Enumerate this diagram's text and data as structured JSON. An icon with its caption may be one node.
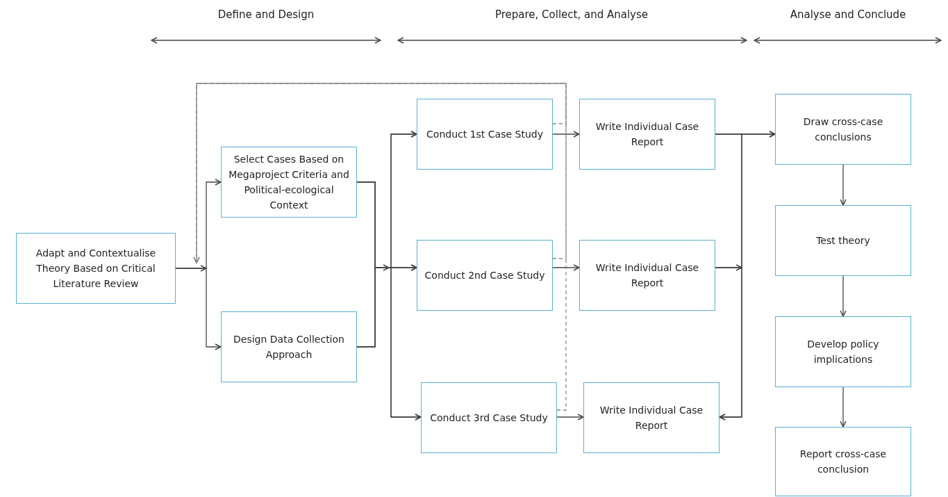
{
  "diagram": {
    "nodes": [
      {
        "text": [
          "Adapt and Contextualise Theory Based on Critical Literature Review"
        ]
      },
      {
        "text": [
          "Select Cases Based on Megaproject Criteria and Political-ecological Context"
        ]
      },
      {
        "text": [
          "Design Data Collection Approach"
        ]
      },
      {
        "text": [
          "Conduct 1st Case Study"
        ]
      },
      {
        "text": [
          "Conduct 2nd Case Study"
        ]
      },
      {
        "text": [
          "Conduct 3rd Case Study"
        ]
      },
      {
        "text": [
          "Write Individual Case Report"
        ]
      },
      {
        "text": [
          "Write Individual Case Report"
        ]
      },
      {
        "text": [
          "Write Individual Case Report"
        ]
      },
      {
        "text": [
          "Draw cross-case conclusions"
        ]
      },
      {
        "text": [
          "Test theory"
        ]
      },
      {
        "text": [
          "Develop policy implications"
        ]
      },
      {
        "text": [
          "Report cross-case conclusion"
        ]
      }
    ],
    "edges": [
      {
        "from": 0,
        "to": 1,
        "arrow": "to"
      },
      {
        "from": 0,
        "to": 2,
        "arrow": "to"
      },
      {
        "from": 1,
        "to": 3,
        "arrow": "to"
      },
      {
        "from": 1,
        "to": 4,
        "arrow": "to"
      },
      {
        "from": 1,
        "to": 5,
        "arrow": "to"
      },
      {
        "from": 2,
        "to": 3,
        "arrow": "to"
      },
      {
        "from": 2,
        "to": 4,
        "arrow": "to"
      },
      {
        "from": 2,
        "to": 5,
        "arrow": "to"
      },
      {
        "from": 3,
        "to": 6,
        "arrow": "to"
      },
      {
        "from": 4,
        "to": 7,
        "arrow": "to"
      },
      {
        "from": 5,
        "to": 8,
        "arrow": "to"
      },
      {
        "from": 6,
        "to": 9,
        "arrow": "to"
      },
      {
        "from": 6,
        "to": 8,
        "arrow": "to"
      },
      {
        "from": 7,
        "to": 9,
        "arrow": "to"
      },
      {
        "from": 7,
        "to": 8,
        "arrow": "to"
      },
      {
        "from": 9,
        "to": 10,
        "arrow": "to"
      },
      {
        "from": 10,
        "to": 11,
        "arrow": "to"
      },
      {
        "from": 11,
        "to": 12,
        "arrow": "to"
      },
      {
        "from": 3,
        "to": 0,
        "arrow": "to",
        "style": "dashed",
        "color": "#888888"
      },
      {
        "from": 4,
        "to": 0,
        "arrow": "to",
        "style": "dashed",
        "color": "#888888"
      },
      {
        "from": 5,
        "to": 0,
        "arrow": "to",
        "style": "dashed",
        "color": "#888888"
      }
    ],
    "labels": [
      "Define and Design",
      "Prepare, Collect, and Analyse",
      "Analyse and Conclude"
    ]
  }
}
